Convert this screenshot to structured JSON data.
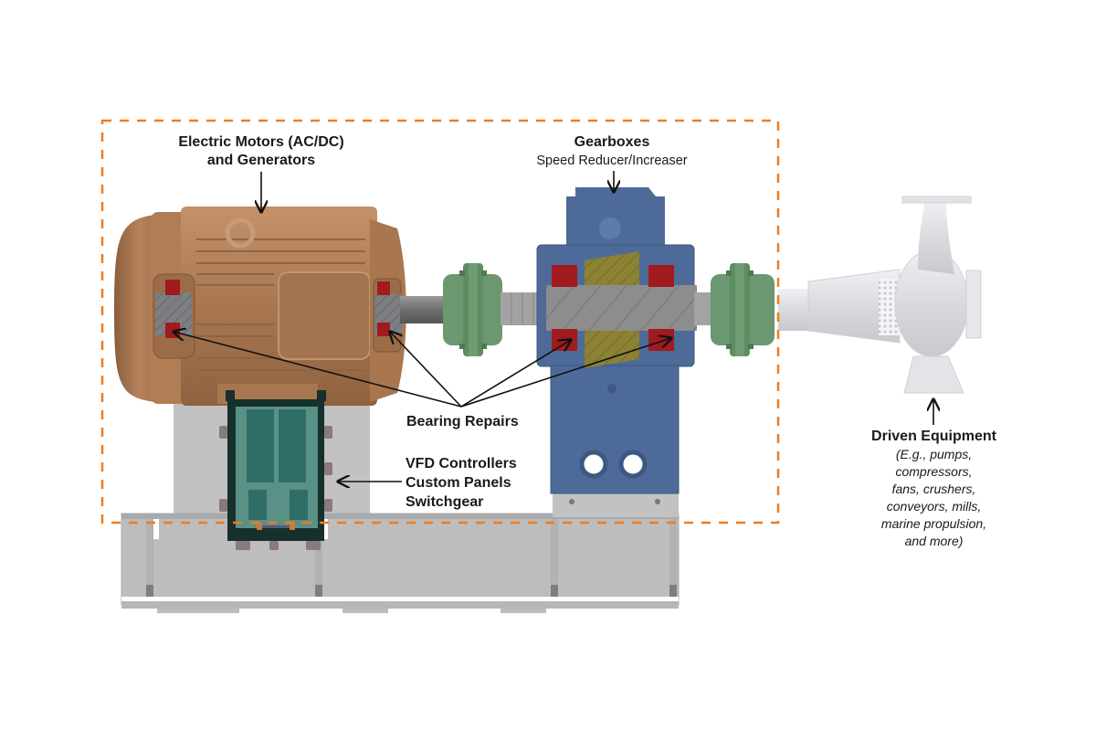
{
  "title": "Industrial drive train: motor, gearbox and driven equipment",
  "colors": {
    "boundary_dash": "#f07c1e",
    "motor": "#a9774f",
    "gearbox": "#4e6a99",
    "coupling": "#5f8d62",
    "bearing": "#a11a1e",
    "gear": "#8c8234",
    "shaft": "#8f8f8f",
    "base": "#bdbdbd",
    "vfd_frame": "#16302c",
    "vfd_panel": "#3f8279",
    "pump": "#dcdde2"
  },
  "labels": {
    "motors": {
      "line1": "Electric Motors (AC/DC)",
      "line2": "and Generators"
    },
    "gearboxes": {
      "title": "Gearboxes",
      "subtitle": "Speed Reducer/Increaser"
    },
    "bearing": {
      "title": "Bearing Repairs"
    },
    "vfd": {
      "line1": "VFD Controllers",
      "line2": "Custom Panels",
      "line3": "Switchgear"
    },
    "driven": {
      "title": "Driven Equipment",
      "details": [
        "(E.g., pumps,",
        "compressors,",
        "fans, crushers,",
        "conveyors, mills,",
        "marine propulsion,",
        "and more)"
      ]
    }
  },
  "components": [
    {
      "id": "motor",
      "name": "Electric motor"
    },
    {
      "id": "coupling-1",
      "name": "Shaft coupling"
    },
    {
      "id": "gearbox",
      "name": "Gearbox"
    },
    {
      "id": "coupling-2",
      "name": "Shaft coupling"
    },
    {
      "id": "pump",
      "name": "Centrifugal pump"
    },
    {
      "id": "vfd",
      "name": "VFD control panel"
    },
    {
      "id": "base",
      "name": "Base frame"
    }
  ]
}
